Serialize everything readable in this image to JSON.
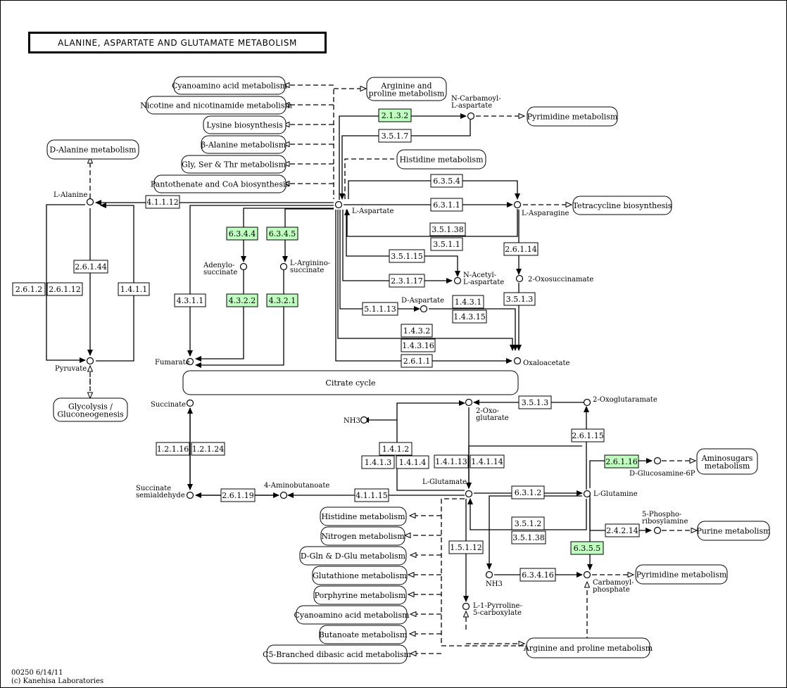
{
  "title": "ALANINE, ASPARTATE AND GLUTAMATE  METABOLISM",
  "footer": {
    "code": "00250 6/14/11",
    "copyright": "(c) Kanehisa Laboratories"
  },
  "colors": {
    "enzyme_highlight": "#bfffbf",
    "line": "#000000",
    "background": "#ffffff"
  },
  "maps": {
    "cyanoamino_top": "Cyanoamino acid metabolism",
    "arginine_top": "Arginine and proline metabolism",
    "nicotine": "Nicotine and nicotinamide metabolism",
    "lysine": "Lysine biosynthesis",
    "balanine": "β-Alanine metabolism",
    "glyserthr": "Gly, Ser & Thr metabolism",
    "pantothenate": "Pantothenate and CoA biosynthesis",
    "dalanine": "D-Alanine metabolism",
    "pyrimidine_top": "Pyrimidine metabolism",
    "histidine_top": "Histidine metabolism",
    "tetracycline": "Tetracycline biosynthesis",
    "glycolysis": "Glycolysis / Gluconeogenesis",
    "citrate": "Citrate cycle",
    "aminosugars": "Aminosugars metabolism",
    "purine": "Purine metabolism",
    "pyrimidine_bottom": "Pyrimidine metabolism",
    "histidine_bottom": "Histidine metabolism",
    "nitrogen": "Nitrogen metabolism",
    "dgln": "D-Gln & D-Glu metabolism",
    "glutathione": "Glutathione metabolism",
    "porphyrine": "Porphyrine metabolism",
    "cyanoamino_bottom": "Cyanoamino acid metabolism",
    "butanoate": "Butanoate metabolism",
    "c5branched": "C5-Branched dibasic acid metabolism",
    "arginine_bottom": "Arginine and proline metabolism"
  },
  "compounds": {
    "l_alanine": "L-Alanine",
    "pyruvate": "Pyruvate",
    "l_aspartate": "L-Aspartate",
    "ncarbamoyl": "N-Carbamoyl-\nL-aspartate",
    "l_asparagine": "L-Asparagine",
    "oxosuccinamate": "2-Oxosuccinamate",
    "adenylosuccinate": "Adenylo-\nsuccinate",
    "larginino": "L-Arginino-\nsuccinate",
    "nacetyl": "N-Acetyl-\nL-aspartate",
    "d_aspartate": "D-Aspartate",
    "oxaloacetate": "Oxaloacetate",
    "fumarate": "Fumarate",
    "succinate": "Succinate",
    "succinate_semi": "Succinate\nsemialdehyde",
    "aminobutanoate": "4-Aminobutanoate",
    "nh3_top": "NH3",
    "oxoglutarate": "2-Oxo-\nglutarate",
    "oxoglutaramate": "2-Oxoglutaramate",
    "l_glutamate": "L-Glutamate",
    "l_glutamine": "L-Glutamine",
    "dglucosamine": "D-Glucosamine-6P",
    "phosphoribosylamine": "5-Phospho-\nribosylamine",
    "nh3_bottom": "NH3",
    "carbamoylphosphate": "Carbamoyl-\nphosphate",
    "pyrroline": "L-1-Pyrroline-\n5-carboxylate"
  },
  "enzymes": {
    "e2132": "2.1.3.2",
    "e3517": "3.5.1.7",
    "e41112": "4.1.1.12",
    "e6354": "6.3.5.4",
    "e6311": "6.3.1.1",
    "e35138a": "3.5.1.38",
    "e3511": "3.5.1.1",
    "e6344": "6.3.4.4",
    "e6345": "6.3.4.5",
    "e35115": "3.5.1.15",
    "e26114": "2.6.1.14",
    "e23117": "2.3.1.17",
    "e4322": "4.3.2.2",
    "e4321": "4.3.2.1",
    "e4311": "4.3.1.1",
    "e51113": "5.1.1.13",
    "e1431a": "1.4.3.1",
    "e14315": "1.4.3.15",
    "e3513a": "3.5.1.3",
    "e1432": "1.4.3.2",
    "e14316": "1.4.3.16",
    "e2611": "2.6.1.1",
    "e2612": "2.6.1.2",
    "e26112": "2.6.1.12",
    "e26144": "2.6.1.44",
    "e1411": "1.4.1.1",
    "e3513b": "3.5.1.3",
    "e12116": "1.2.1.16",
    "e12124": "1.2.1.24",
    "e26115": "2.6.1.15",
    "e1412": "1.4.1.2",
    "e1413": "1.4.1.3",
    "e1414": "1.4.1.4",
    "e14113": "1.4.1.13",
    "e14114": "1.4.1.14",
    "e26116": "2.6.1.16",
    "e26119": "2.6.1.19",
    "e41115": "4.1.1.15",
    "e6312": "6.3.1.2",
    "e3512": "3.5.1.2",
    "e35138b": "3.5.1.38",
    "e24214": "2.4.2.14",
    "e6355": "6.3.5.5",
    "e15112": "1.5.1.12",
    "e63416": "6.3.4.16"
  }
}
